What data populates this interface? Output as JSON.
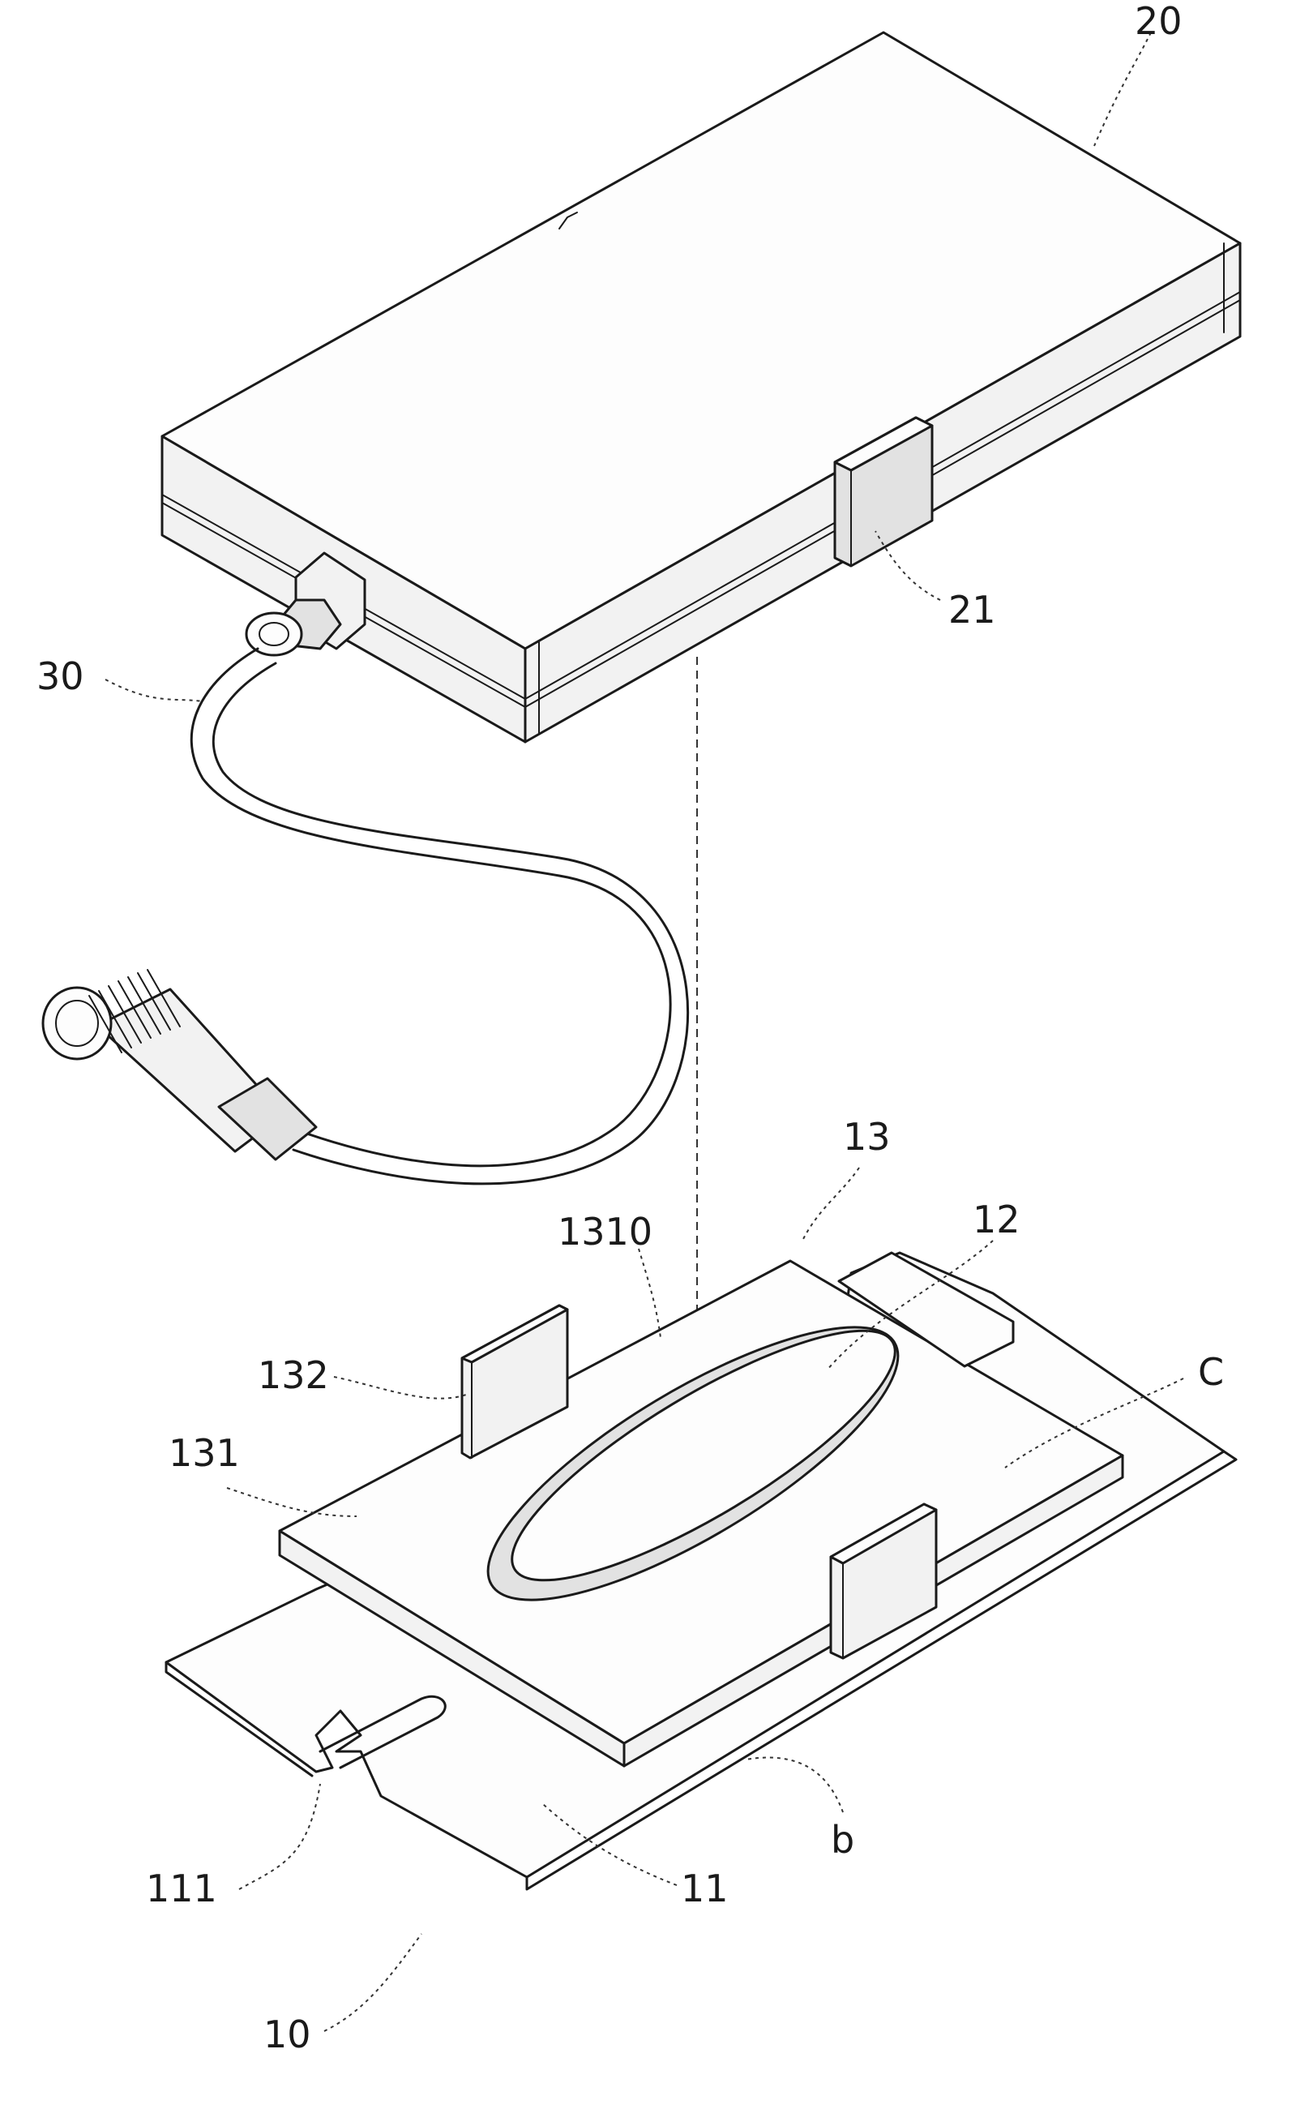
{
  "labels": {
    "battery_pack": "20",
    "battery_latch": "21",
    "cable": "30",
    "holder_assembly": "10",
    "base_plate": "11",
    "base_slot": "111",
    "opening": "12",
    "top_plate": "13",
    "top_plate_surface": "1310",
    "top_plate_body": "131",
    "retaining_tab": "132",
    "receiving_space": "C",
    "gap": "b"
  }
}
